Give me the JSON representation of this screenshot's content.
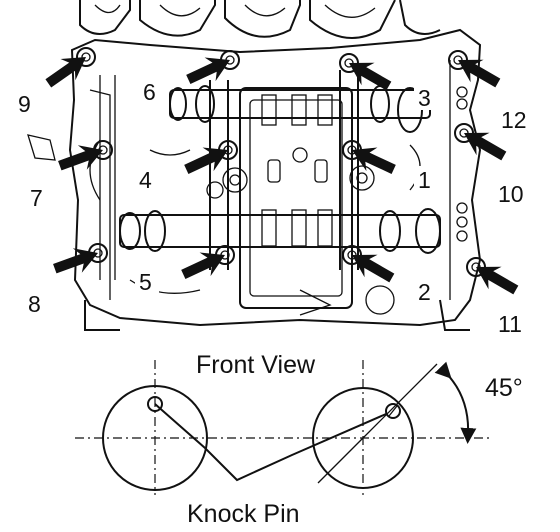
{
  "diagram": {
    "bolt_numbers": [
      "1",
      "2",
      "3",
      "4",
      "5",
      "6",
      "7",
      "8",
      "9",
      "10",
      "11",
      "12"
    ],
    "front_view_label": "Front View",
    "angle_label": "45°",
    "knock_pin_label": "Knock Pin"
  }
}
